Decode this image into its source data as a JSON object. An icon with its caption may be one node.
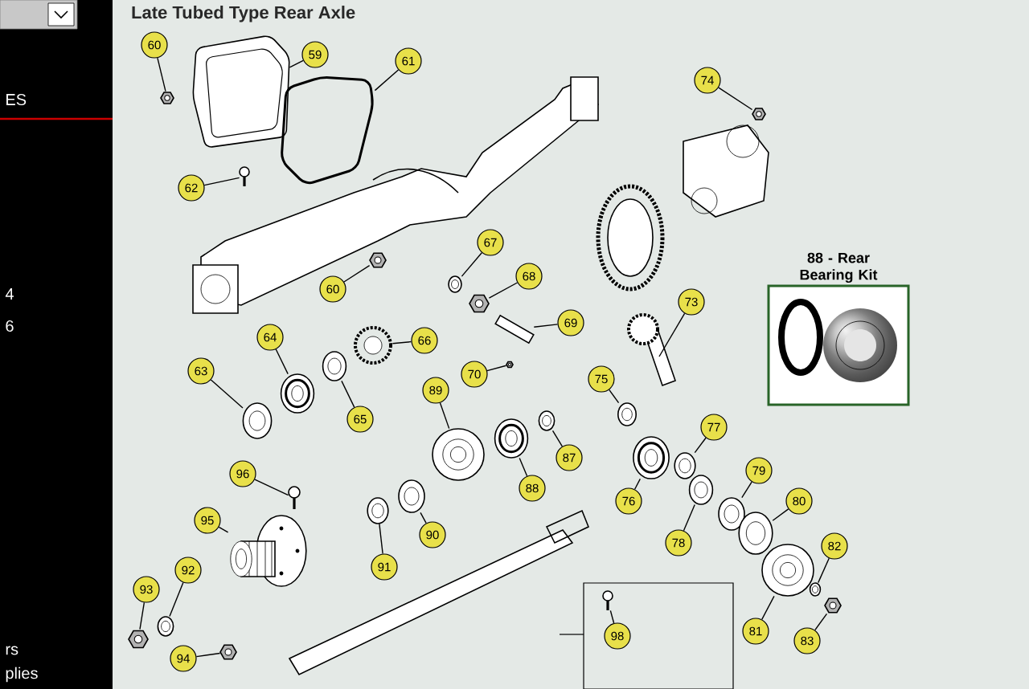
{
  "diagram": {
    "title": "Late Tubed Type Rear Axle",
    "nodes": [
      {
        "text": [
          "60"
        ]
      },
      {
        "text": [
          "59"
        ]
      },
      {
        "text": [
          "61"
        ]
      },
      {
        "text": [
          "74"
        ]
      },
      {
        "text": [
          "62"
        ]
      },
      {
        "text": [
          "67"
        ]
      },
      {
        "text": [
          "68"
        ]
      },
      {
        "text": [
          "60"
        ]
      },
      {
        "text": [
          "73"
        ]
      },
      {
        "text": [
          "69"
        ]
      },
      {
        "text": [
          "64"
        ]
      },
      {
        "text": [
          "66"
        ]
      },
      {
        "text": [
          "63"
        ]
      },
      {
        "text": [
          "70"
        ]
      },
      {
        "text": [
          "89"
        ]
      },
      {
        "text": [
          "75"
        ]
      },
      {
        "text": [
          "65"
        ]
      },
      {
        "text": [
          "77"
        ]
      },
      {
        "text": [
          "87"
        ]
      },
      {
        "text": [
          "96"
        ]
      },
      {
        "text": [
          "79"
        ]
      },
      {
        "text": [
          "88"
        ]
      },
      {
        "text": [
          "80"
        ]
      },
      {
        "text": [
          "76"
        ]
      },
      {
        "text": [
          "95"
        ]
      },
      {
        "text": [
          "90"
        ]
      },
      {
        "text": [
          "78"
        ]
      },
      {
        "text": [
          "82"
        ]
      },
      {
        "text": [
          "91"
        ]
      },
      {
        "text": [
          "92"
        ]
      },
      {
        "text": [
          "93"
        ]
      },
      {
        "text": [
          "81"
        ]
      },
      {
        "text": [
          "98"
        ]
      },
      {
        "text": [
          "83"
        ]
      },
      {
        "text": [
          "94"
        ]
      },
      {
        "text": [
          "88 - Rear Bearing Kit"
        ]
      },
      {
        "text": [],
        "shape": "picture"
      },
      {
        "text": [],
        "shape": "picture"
      },
      {
        "text": [],
        "shape": "picture"
      },
      {
        "text": [],
        "shape": "picture"
      },
      {
        "text": [],
        "shape": "picture"
      },
      {
        "text": [],
        "shape": "picture"
      },
      {
        "text": [],
        "shape": "picture"
      },
      {
        "text": [],
        "shape": "picture"
      },
      {
        "text": [],
        "shape": "picture"
      },
      {
        "text": [],
        "shape": "picture"
      },
      {
        "text": [],
        "shape": "picture"
      },
      {
        "text": [],
        "shape": "picture"
      },
      {
        "text": [],
        "shape": "picture"
      },
      {
        "text": [],
        "shape": "picture"
      },
      {
        "text": [],
        "shape": "picture"
      },
      {
        "text": [],
        "shape": "picture"
      },
      {
        "text": [],
        "shape": "picture"
      },
      {
        "text": [],
        "shape": "picture"
      },
      {
        "text": [],
        "shape": "picture"
      },
      {
        "text": [],
        "shape": "picture"
      },
      {
        "text": [],
        "shape": "picture"
      },
      {
        "text": [],
        "shape": "picture"
      },
      {
        "text": [],
        "shape": "picture"
      },
      {
        "text": [],
        "shape": "picture"
      },
      {
        "text": [],
        "shape": "picture"
      },
      {
        "text": [],
        "shape": "picture"
      },
      {
        "text": [],
        "shape": "picture"
      },
      {
        "text": [],
        "shape": "picture"
      },
      {
        "text": [],
        "shape": "picture"
      },
      {
        "text": [],
        "shape": "picture"
      },
      {
        "text": [],
        "shape": "picture"
      },
      {
        "text": [],
        "shape": "picture"
      },
      {
        "text": [],
        "shape": "picture"
      },
      {
        "text": [],
        "shape": "picture"
      },
      {
        "text": [],
        "shape": "picture"
      }
    ],
    "edges": [
      {
        "from": 0,
        "to": 36,
        "arrow": "none"
      },
      {
        "from": 1,
        "to": 37,
        "arrow": "none"
      },
      {
        "from": 2,
        "to": 38,
        "arrow": "none"
      },
      {
        "from": 3,
        "to": 39,
        "arrow": "none"
      },
      {
        "from": 4,
        "to": 40,
        "arrow": "none"
      },
      {
        "from": 5,
        "to": 41,
        "arrow": "none"
      },
      {
        "from": 6,
        "to": 42,
        "arrow": "none"
      },
      {
        "from": 7,
        "to": 43,
        "arrow": "none"
      },
      {
        "from": 8,
        "to": 44,
        "arrow": "none"
      },
      {
        "from": 9,
        "to": 45,
        "arrow": "none"
      },
      {
        "from": 10,
        "to": 46,
        "arrow": "none"
      },
      {
        "from": 11,
        "to": 47,
        "arrow": "none"
      },
      {
        "from": 12,
        "to": 48,
        "arrow": "none"
      },
      {
        "from": 13,
        "to": 49,
        "arrow": "none"
      },
      {
        "from": 14,
        "to": 50,
        "arrow": "none"
      },
      {
        "from": 15,
        "to": 51,
        "arrow": "none"
      },
      {
        "from": 16,
        "to": 52,
        "arrow": "none"
      },
      {
        "from": 17,
        "to": 53,
        "arrow": "none"
      },
      {
        "from": 18,
        "to": 54,
        "arrow": "none"
      },
      {
        "from": 19,
        "to": 55,
        "arrow": "none"
      },
      {
        "from": 20,
        "to": 56,
        "arrow": "none"
      },
      {
        "from": 21,
        "to": 57,
        "arrow": "none"
      },
      {
        "from": 22,
        "to": 58,
        "arrow": "none"
      },
      {
        "from": 23,
        "to": 59,
        "arrow": "none"
      },
      {
        "from": 24,
        "to": 60,
        "arrow": "none"
      },
      {
        "from": 25,
        "to": 61,
        "arrow": "none"
      },
      {
        "from": 26,
        "to": 62,
        "arrow": "none"
      },
      {
        "from": 27,
        "to": 63,
        "arrow": "none"
      },
      {
        "from": 28,
        "to": 64,
        "arrow": "none"
      },
      {
        "from": 29,
        "to": 65,
        "arrow": "none"
      },
      {
        "from": 30,
        "to": 66,
        "arrow": "none"
      },
      {
        "from": 31,
        "to": 67,
        "arrow": "none"
      },
      {
        "from": 32,
        "to": 68,
        "arrow": "none"
      },
      {
        "from": 33,
        "to": 69,
        "arrow": "none"
      },
      {
        "from": 34,
        "to": 70,
        "arrow": "none"
      }
    ],
    "labels": [
      "ES",
      "4",
      "6",
      "rs",
      "plies"
    ]
  }
}
